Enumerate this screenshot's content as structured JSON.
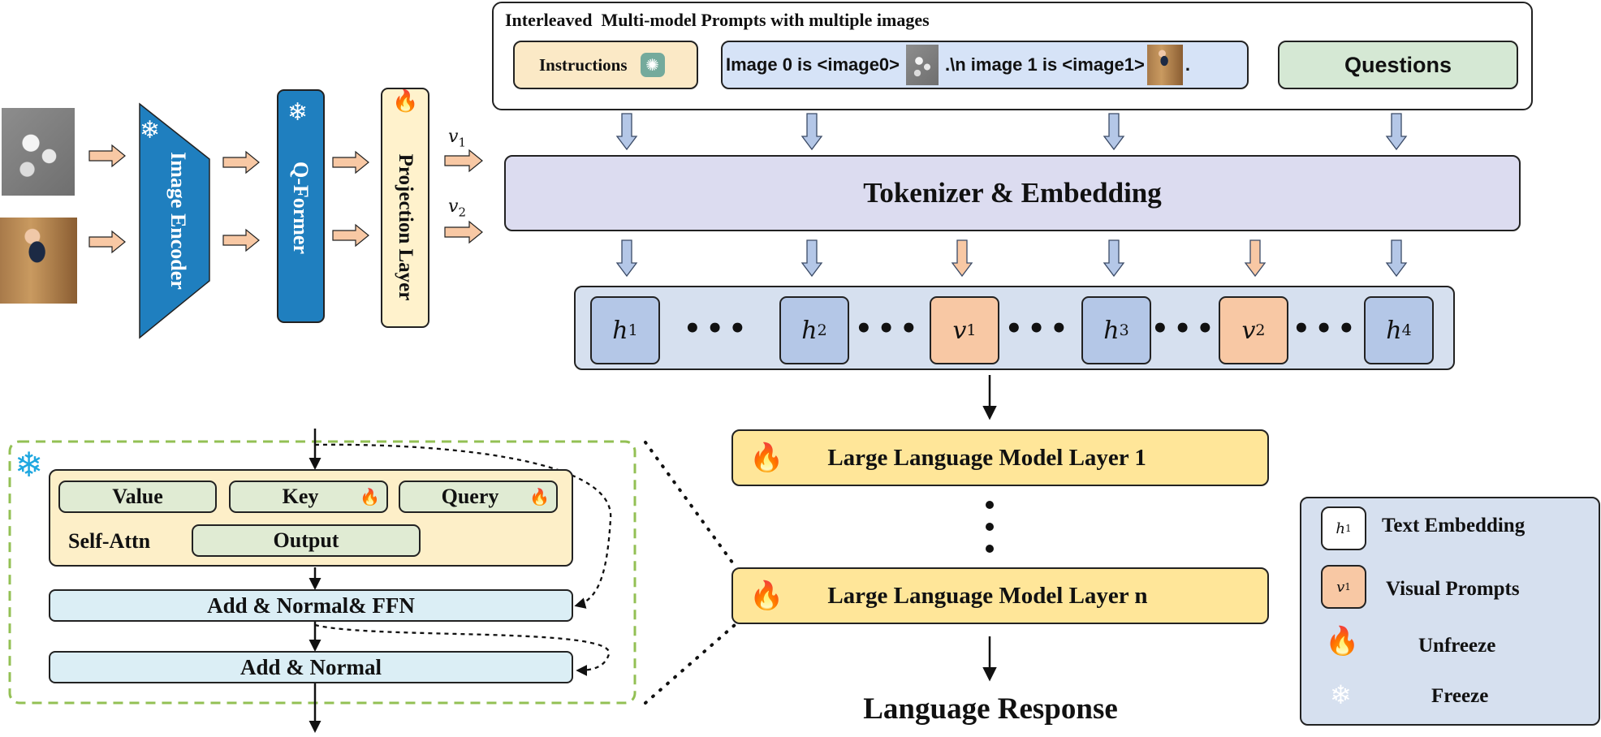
{
  "prompt_panel": {
    "title": "Interleaved  Multi-model Prompts with multiple images",
    "instructions_label": "Instructions",
    "image_prompt_a": "Image 0 is <image0>",
    "image_prompt_b": ".\\n image 1 is <image1>",
    "image_prompt_end": ".",
    "questions_label": "Questions"
  },
  "encoder": {
    "image_encoder_label": "Image Encoder",
    "qformer_label": "Q-Former",
    "projection_label": "Projection Layer",
    "v1_label": "v",
    "v1_sub": "1",
    "v2_label": "v",
    "v2_sub": "2"
  },
  "tokenizer_label": "Tokenizer & Embedding",
  "tokens": [
    {
      "sym": "h",
      "sub": "1",
      "kind": "text"
    },
    {
      "sym": "h",
      "sub": "2",
      "kind": "text"
    },
    {
      "sym": "v",
      "sub": "1",
      "kind": "visual"
    },
    {
      "sym": "h",
      "sub": "3",
      "kind": "text"
    },
    {
      "sym": "v",
      "sub": "2",
      "kind": "visual"
    },
    {
      "sym": "h",
      "sub": "4",
      "kind": "text"
    }
  ],
  "llm": {
    "layer1_label": "Large Language Model Layer 1",
    "layern_label": "Large Language Model Layer n",
    "response_label": "Language Response"
  },
  "detail_block": {
    "value_label": "Value",
    "key_label": "Key",
    "query_label": "Query",
    "self_attn_label": "Self-Attn",
    "output_label": "Output",
    "add_norm_ffn_label": "Add & Normal& FFN",
    "add_norm_label": "Add & Normal"
  },
  "legend": {
    "text_embedding": {
      "sym": "h",
      "sub": "1",
      "label": "Text Embedding"
    },
    "visual_prompts": {
      "sym": "v",
      "sub": "1",
      "label": "Visual Prompts"
    },
    "unfreeze_label": "Unfreeze",
    "freeze_label": "Freeze"
  },
  "colors": {
    "text_token": "#b4c7e7",
    "visual_token": "#f8c8a4",
    "llm_layer": "#ffe699",
    "encoder_blue": "#1f7fbf",
    "tokenizer_bg": "#dcdcf0",
    "legend_bg": "#d6e0ef",
    "instructions_bg": "#fbe9c6",
    "questions_bg": "#d5e8d4",
    "dashed_green": "#93c054"
  }
}
